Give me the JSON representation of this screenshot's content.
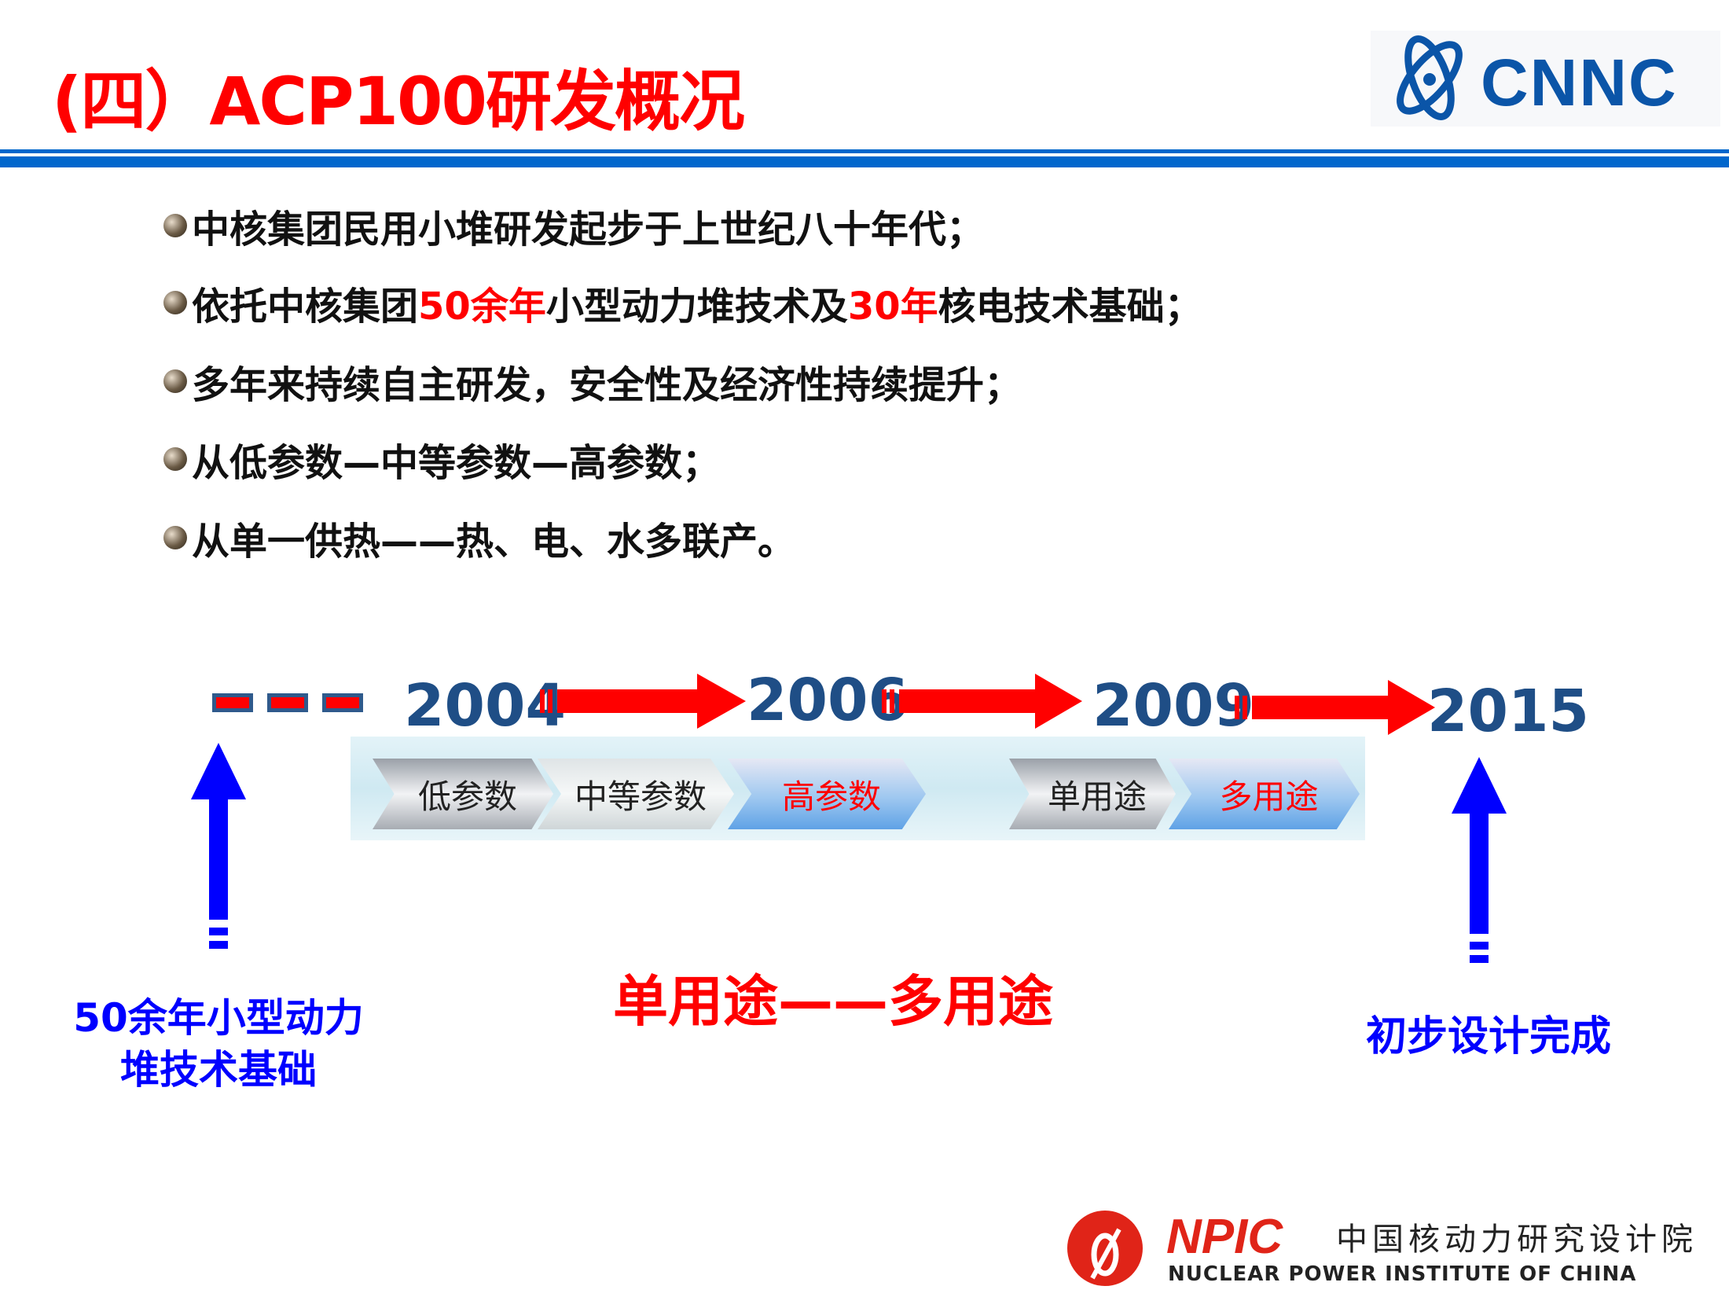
{
  "title": "(四）ACP100研发概况",
  "logo_top": {
    "text": "CNNC"
  },
  "bullets": [
    {
      "parts": [
        "中核集团民用小堆研发起步于上世纪八十年代；"
      ]
    },
    {
      "parts": [
        "依托中核集团",
        "50余年",
        "小型动力堆技术及",
        "30年",
        "核电技术基础；"
      ]
    },
    {
      "parts": [
        "多年来持续自主研发，安全性及经济性持续提升；"
      ]
    },
    {
      "parts": [
        "从低参数—中等参数—高参数；"
      ]
    },
    {
      "parts": [
        "从单一供热——热、电、水多联产。"
      ]
    }
  ],
  "timeline": {
    "years": [
      "2004",
      "2006",
      "2009",
      "2015"
    ],
    "stages": [
      "低参数",
      "中等参数",
      "高参数",
      "单用途",
      "多用途"
    ],
    "left_label": [
      "50余年小型动力",
      "堆技术基础"
    ],
    "center_label": "单用途——多用途",
    "right_label": "初步设计完成"
  },
  "logo_bottom": {
    "abbr": "NPIC",
    "cn": "中国核动力研究设计院",
    "en": "NUCLEAR POWER INSTITUTE OF CHINA"
  },
  "colors": {
    "red": "#ff0000",
    "blue": "#0066cc",
    "navy": "#1f4e86"
  }
}
